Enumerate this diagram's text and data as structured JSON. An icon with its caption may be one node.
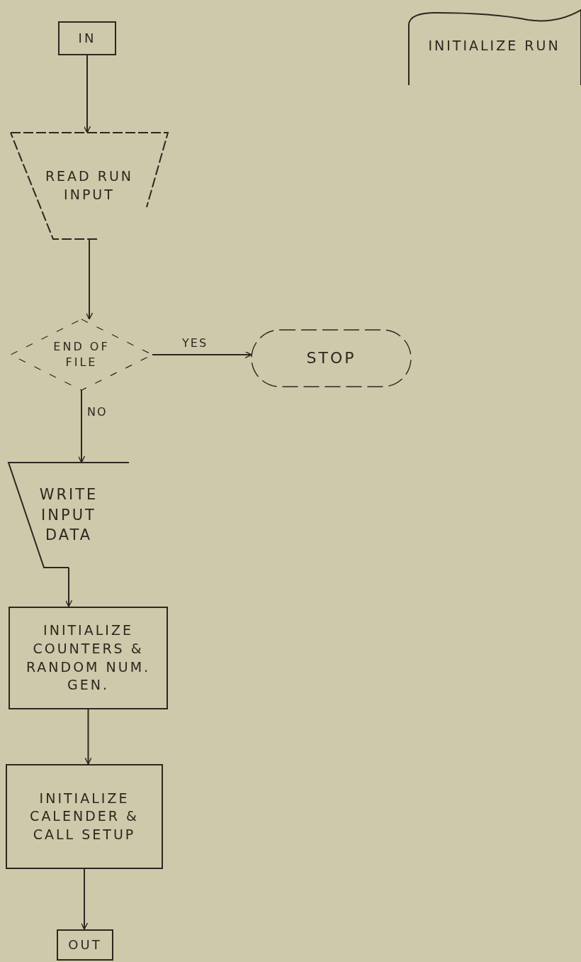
{
  "diagram": {
    "nodes": [
      {
        "text": [
          "INITIALIZE RUN"
        ]
      },
      {
        "text": [
          "IN"
        ]
      },
      {
        "text": [
          "READ RUN INPUT"
        ]
      },
      {
        "text": [
          "END OF FILE"
        ]
      },
      {
        "text": [
          "STOP"
        ]
      },
      {
        "text": [
          "WRITE INPUT DATA"
        ]
      },
      {
        "text": [
          "INITIALIZE COUNTERS & RANDOM NUM. GEN."
        ]
      },
      {
        "text": [
          "INITIALIZE CALENDER & CALL SETUP"
        ]
      },
      {
        "text": [
          "OUT"
        ]
      }
    ],
    "edges": [
      {
        "from": 1,
        "to": 2,
        "arrow": "to"
      },
      {
        "from": 2,
        "to": 3,
        "arrow": "to"
      },
      {
        "from": 3,
        "to": 4,
        "arrow": "to",
        "label": "YES"
      },
      {
        "from": 3,
        "to": 5,
        "arrow": "to",
        "label": "NO"
      },
      {
        "from": 5,
        "to": 6,
        "arrow": "to"
      },
      {
        "from": 6,
        "to": 7,
        "arrow": "to"
      },
      {
        "from": 7,
        "to": 8,
        "arrow": "to"
      }
    ]
  }
}
